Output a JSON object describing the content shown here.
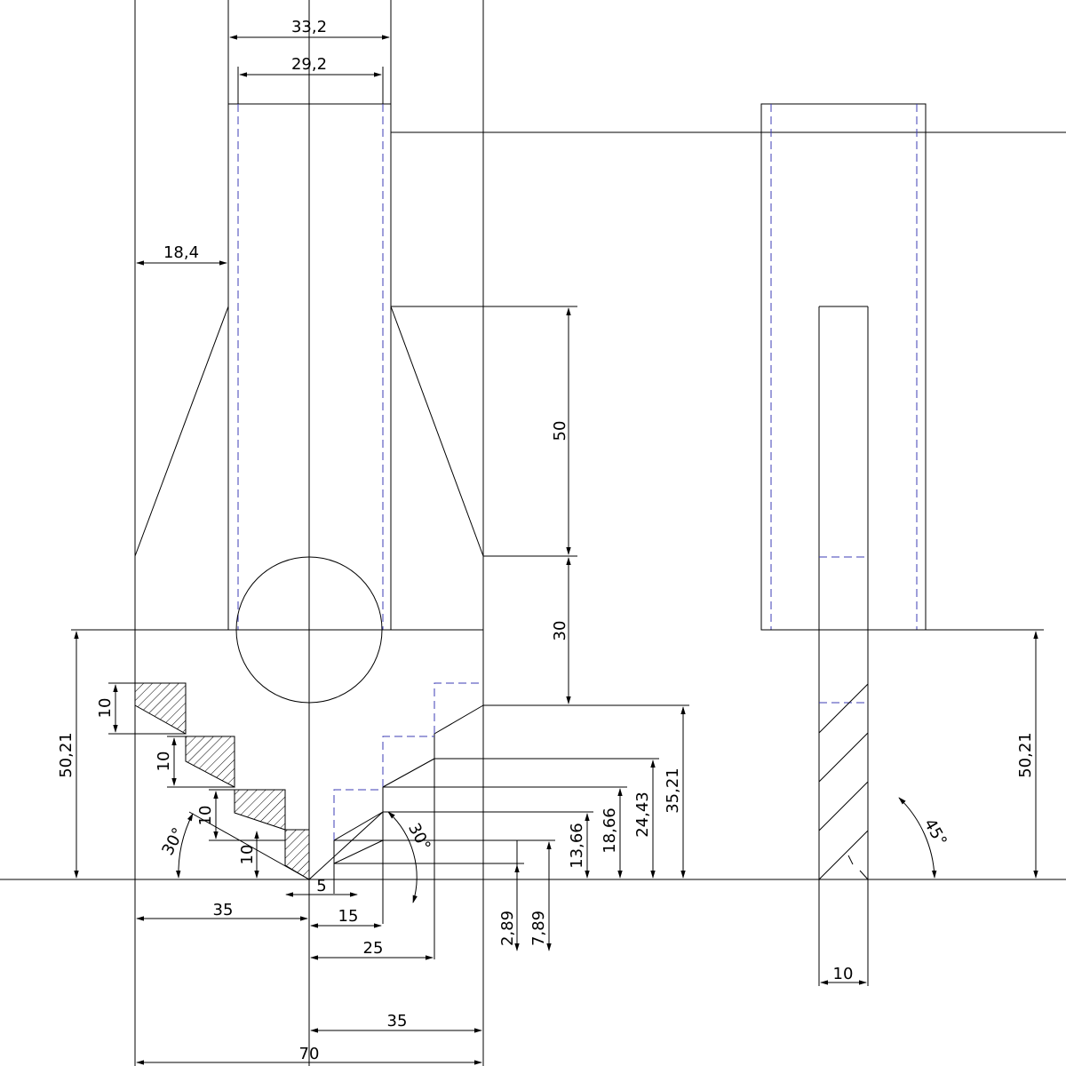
{
  "dimensions": {
    "d_33_2": "33,2",
    "d_29_2": "29,2",
    "d_18_4": "18,4",
    "d_50": "50",
    "d_30": "30",
    "d_50_21_left": "50,21",
    "d_10_a": "10",
    "d_10_b": "10",
    "d_10_c": "10",
    "d_10_d": "10",
    "d_angle_30_left": "30°",
    "d_angle_30_right": "30°",
    "d_5": "5",
    "d_35_left": "35",
    "d_15": "15",
    "d_25": "25",
    "d_35_bottom": "35",
    "d_70": "70",
    "d_2_89": "2,89",
    "d_7_89": "7,89",
    "d_13_66": "13,66",
    "d_18_66": "18,66",
    "d_24_43": "24,43",
    "d_35_21": "35,21",
    "d_50_21_right": "50,21",
    "d_angle_45": "45°",
    "d_10_side": "10"
  },
  "colors": {
    "line": "#000000",
    "hidden_line": "#3c3cb4",
    "background": "#ffffff"
  }
}
